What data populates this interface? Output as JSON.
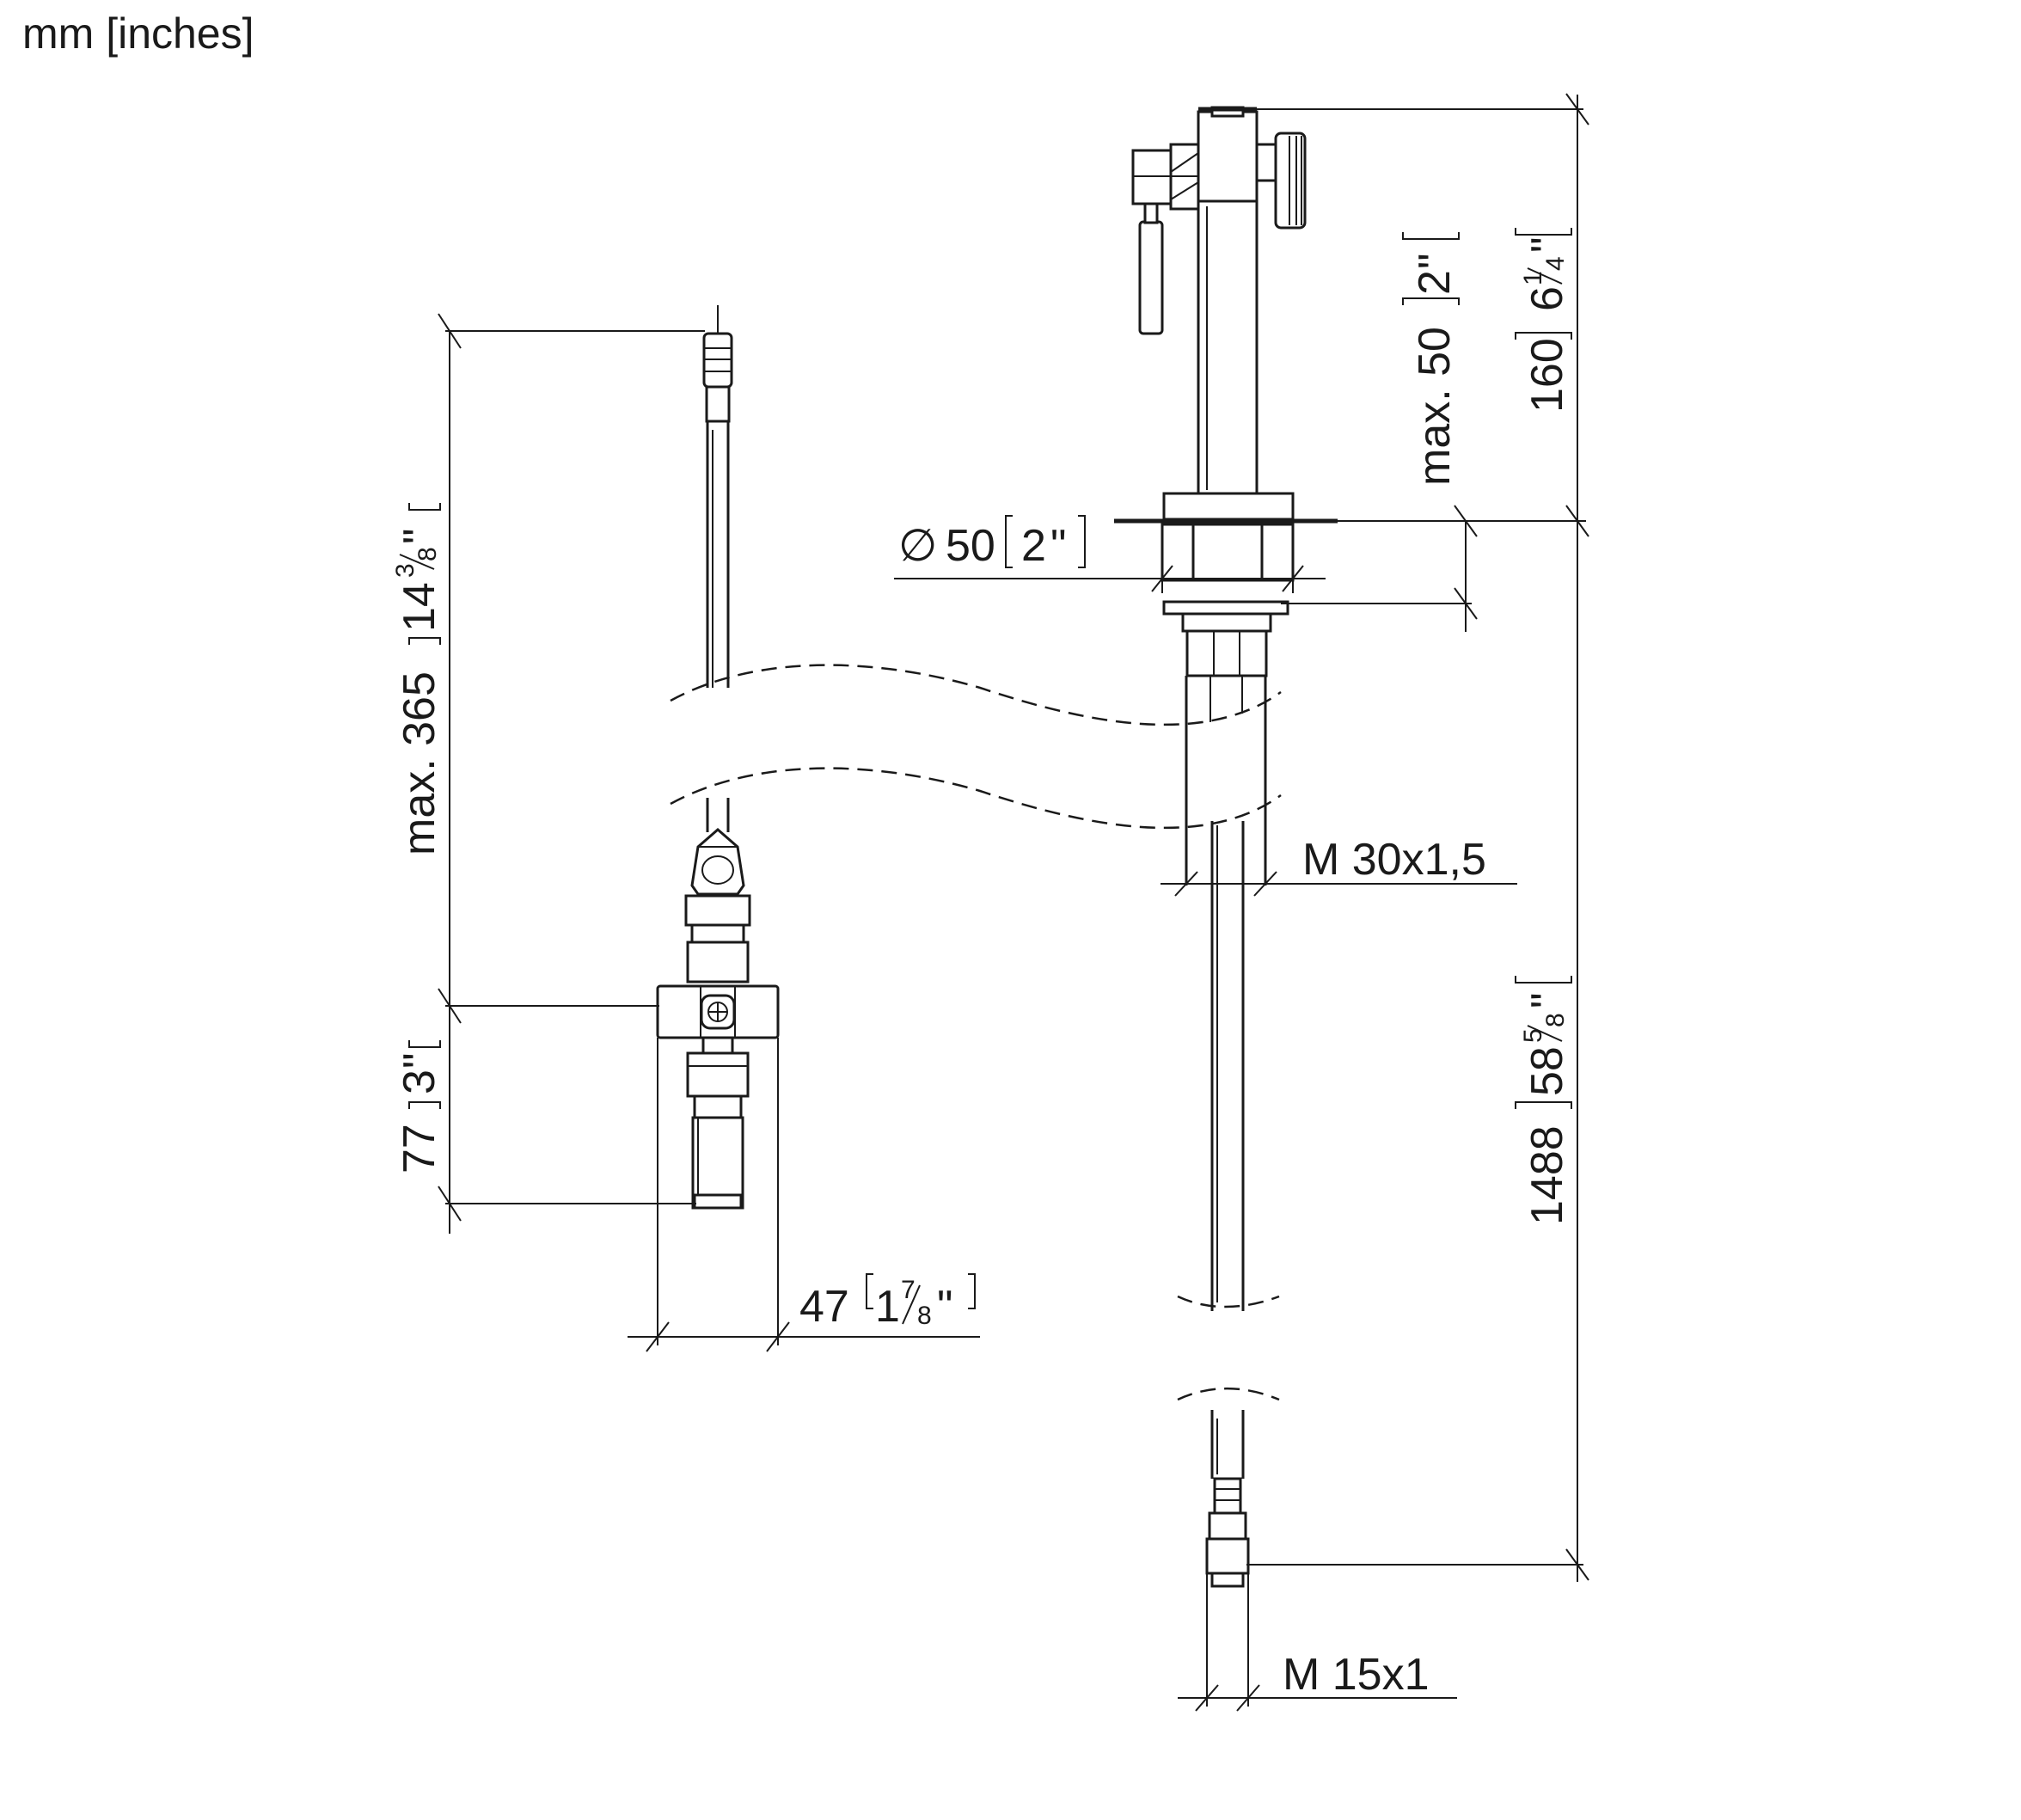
{
  "units_label": "mm [inches]",
  "dimensions": {
    "max_365": {
      "mm": "max. 365",
      "inch_whole": "14",
      "inch_num": "3",
      "inch_den": "8",
      "inch_mark": "\""
    },
    "d_77": {
      "mm": "77",
      "inch_whole": "3",
      "inch_mark": "\""
    },
    "d_47": {
      "mm": "47",
      "inch_whole": "1",
      "inch_num": "7",
      "inch_den": "8",
      "inch_mark": "\""
    },
    "dia_50": {
      "symbol": "∅",
      "mm": "50",
      "inch_whole": "2",
      "inch_mark": "\""
    },
    "max_50": {
      "mm": "max. 50",
      "inch_whole": "2",
      "inch_mark": "\""
    },
    "d_160": {
      "mm": "160",
      "inch_whole": "6",
      "inch_num": "1",
      "inch_den": "4",
      "inch_mark": "\""
    },
    "d_1488": {
      "mm": "1488",
      "inch_whole": "58",
      "inch_num": "5",
      "inch_den": "8",
      "inch_mark": "\""
    },
    "thread_m30": {
      "text": "M 30x1,5"
    },
    "thread_m15": {
      "text": "M 15x1"
    }
  },
  "colors": {
    "line": "#1a1a1a",
    "background": "#ffffff"
  }
}
